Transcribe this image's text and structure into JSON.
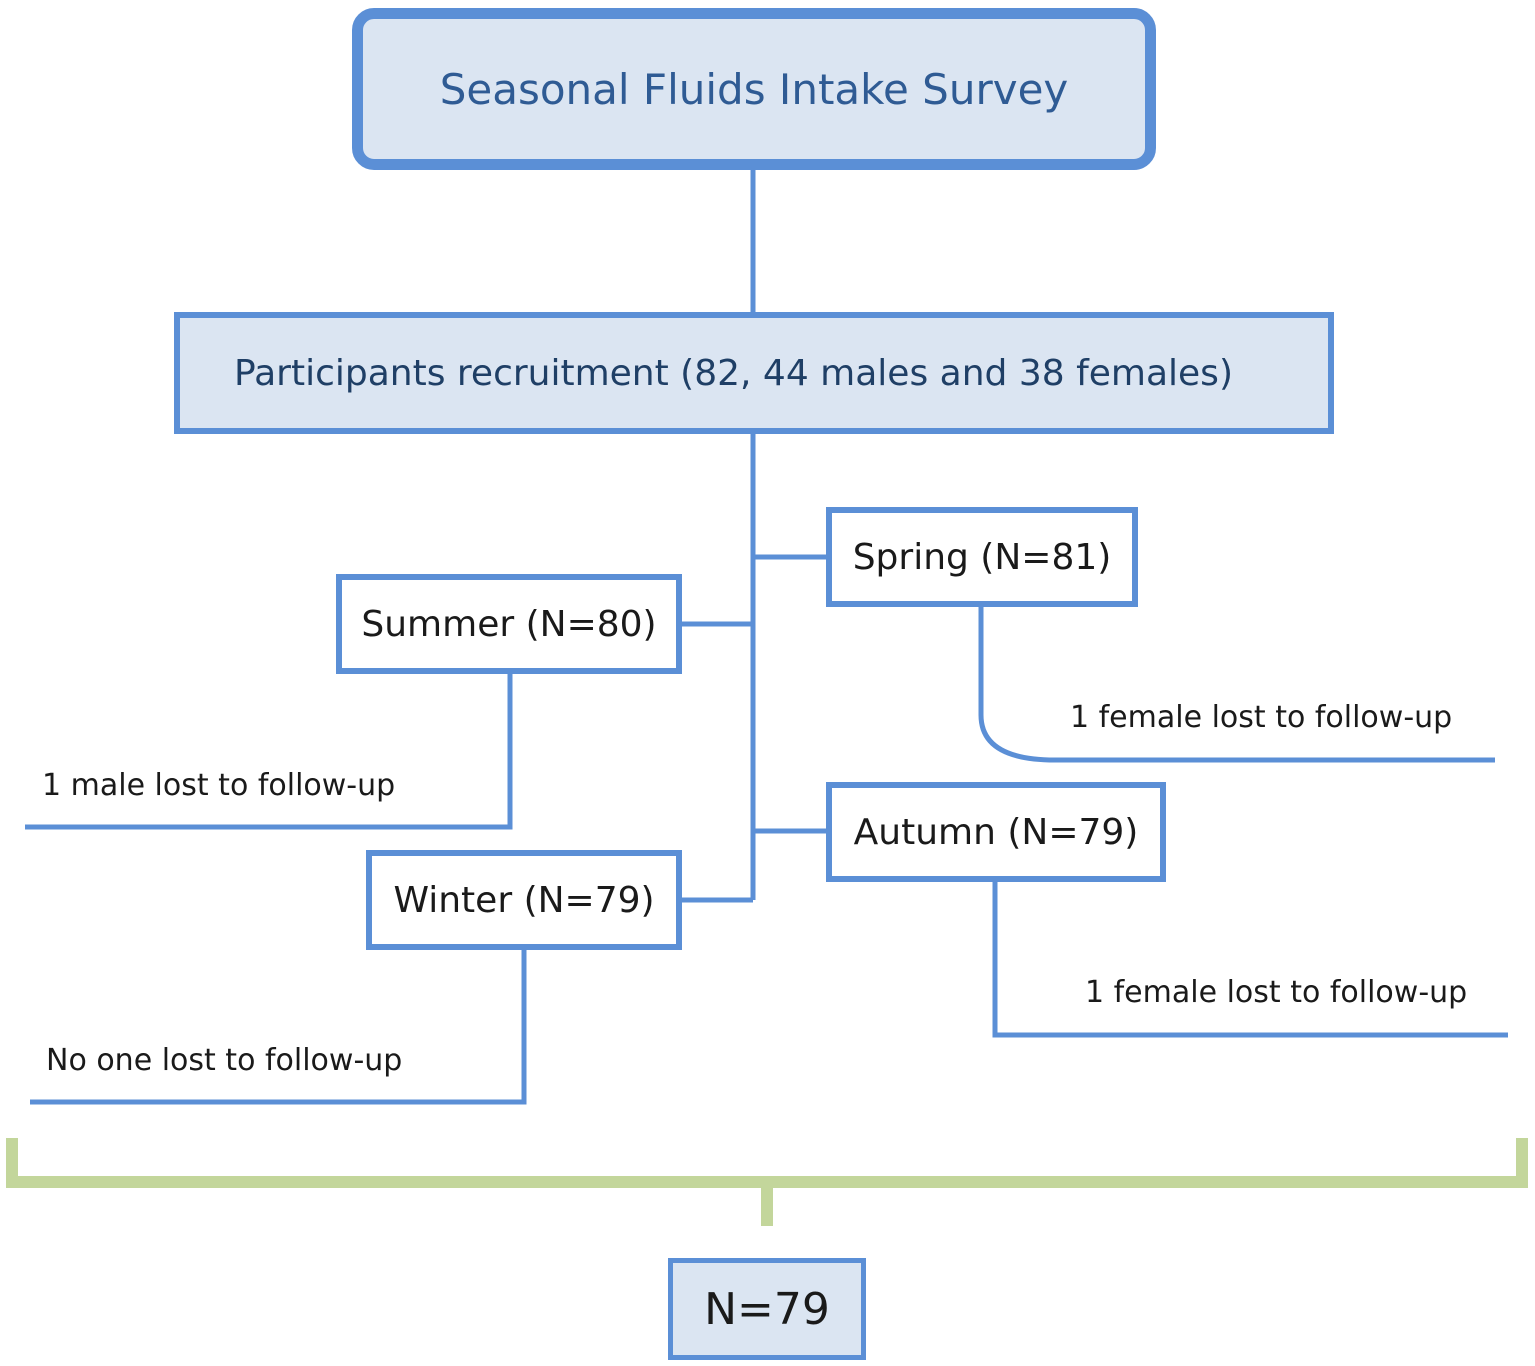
{
  "title": "Seasonal Fluids Intake Survey",
  "recruitment": "Participants recruitment (82, 44 males and 38 females)",
  "seasons": {
    "spring": {
      "label": "Spring (N=81)",
      "loss": "1 female lost to follow-up"
    },
    "summer": {
      "label": "Summer (N=80)",
      "loss": "1 male lost to follow-up"
    },
    "autumn": {
      "label": "Autumn (N=79)",
      "loss": "1 female lost to follow-up"
    },
    "winter": {
      "label": "Winter (N=79)",
      "loss": "No one lost to follow-up"
    }
  },
  "final": "N=79",
  "colors": {
    "connector": "#5b8fd6",
    "box_fill": "#dbe5f2",
    "bracket": "#c3d69b"
  }
}
